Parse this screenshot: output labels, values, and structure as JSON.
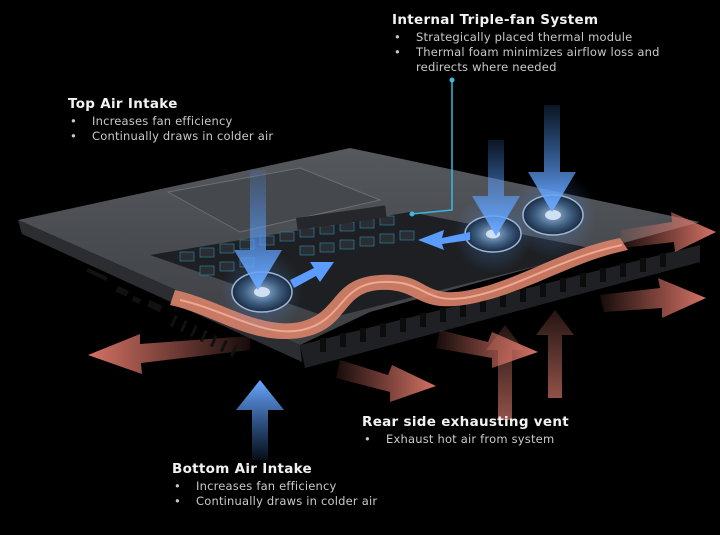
{
  "callouts": {
    "top_air_intake": {
      "title": "Top Air Intake",
      "bullets": [
        "Increases fan efficiency",
        "Continually draws in colder air"
      ]
    },
    "internal_fan_system": {
      "title": "Internal Triple-fan System",
      "bullets": [
        "Strategically placed thermal module",
        "Thermal foam minimizes airflow loss and redirects where needed"
      ]
    },
    "rear_exhaust": {
      "title": "Rear side exhausting vent",
      "bullets": [
        "Exhaust hot air from system"
      ]
    },
    "bottom_air_intake": {
      "title": "Bottom Air Intake",
      "bullets": [
        "Increases fan efficiency",
        "Continually draws in colder air"
      ]
    }
  },
  "colors": {
    "background": "#000000",
    "chassis": "#4a4d52",
    "keyboard": "#1d1f22",
    "key_glow": "#2f8fb5",
    "heat_pipe": "#d9836a",
    "cool_arrow": "#4a8ff0",
    "hot_arrow": "#e0786a",
    "leader_line": "#3ab8e0"
  },
  "icons": [
    "cool-air-arrow-icon",
    "hot-air-arrow-icon",
    "fan-icon"
  ]
}
